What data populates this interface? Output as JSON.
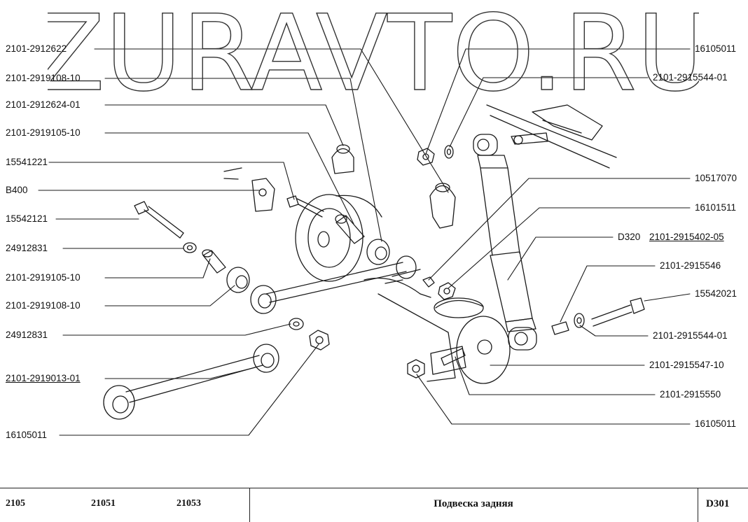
{
  "watermark": "ZURAVTO.RU",
  "labels_left": [
    {
      "id": "l1",
      "text": "2101-2912622",
      "underline": false
    },
    {
      "id": "l2",
      "text": "2101-2919108-10",
      "underline": false
    },
    {
      "id": "l3",
      "text": "2101-2912624-01",
      "underline": false
    },
    {
      "id": "l4",
      "text": "2101-2919105-10",
      "underline": false
    },
    {
      "id": "l5",
      "text": "15541221",
      "underline": false
    },
    {
      "id": "l6",
      "text": "B400",
      "underline": false
    },
    {
      "id": "l7",
      "text": "15542121",
      "underline": false
    },
    {
      "id": "l8",
      "text": "24912831",
      "underline": false
    },
    {
      "id": "l9",
      "text": "2101-2919105-10",
      "underline": false
    },
    {
      "id": "l10",
      "text": "2101-2919108-10",
      "underline": false
    },
    {
      "id": "l11",
      "text": "24912831",
      "underline": false
    },
    {
      "id": "l12",
      "text": "2101-2919013-01",
      "underline": true
    },
    {
      "id": "l13",
      "text": "16105011",
      "underline": false
    }
  ],
  "labels_right": [
    {
      "id": "r1",
      "text": "16105011",
      "underline": false
    },
    {
      "id": "r2",
      "text": "2101-2915544-01",
      "underline": false
    },
    {
      "id": "r3",
      "text": "10517070",
      "underline": false
    },
    {
      "id": "r4",
      "text": "16101511",
      "underline": false
    },
    {
      "id": "r5a",
      "text": "D320",
      "underline": false
    },
    {
      "id": "r5b",
      "text": "2101-2915402-05",
      "underline": true
    },
    {
      "id": "r6",
      "text": "2101-2915546",
      "underline": false
    },
    {
      "id": "r7",
      "text": "15542021",
      "underline": false
    },
    {
      "id": "r8",
      "text": "2101-2915544-01",
      "underline": false
    },
    {
      "id": "r9",
      "text": "2101-2915547-10",
      "underline": false
    },
    {
      "id": "r10",
      "text": "2101-2915550",
      "underline": false
    },
    {
      "id": "r11",
      "text": "16105011",
      "underline": false
    }
  ],
  "titlebar": {
    "model_1": "2105",
    "model_2": "21051",
    "model_3": "21053",
    "title": "Подвеска задняя",
    "code": "D301"
  }
}
